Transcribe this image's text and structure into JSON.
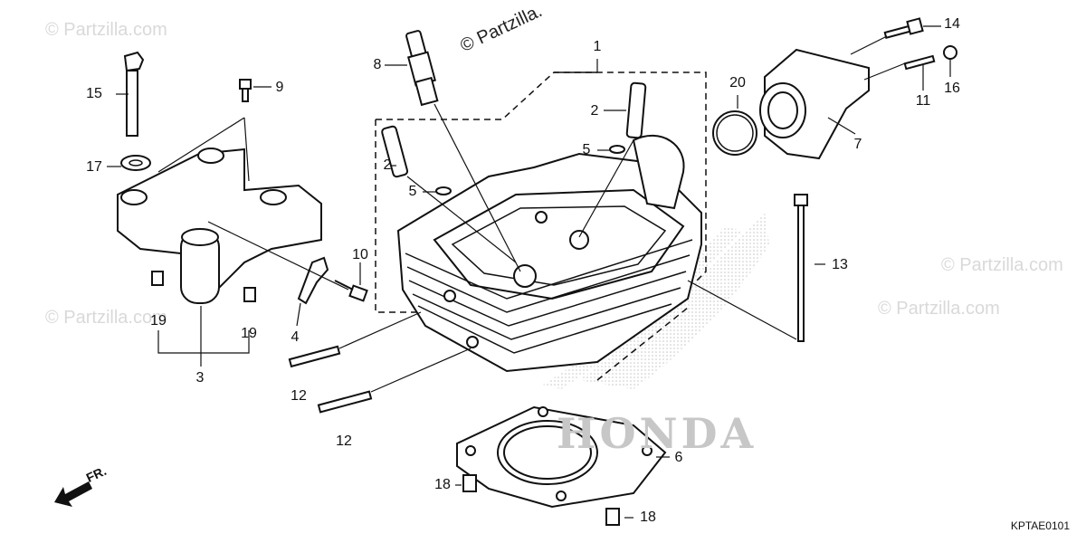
{
  "diagram": {
    "code": "KPTAE0101",
    "front_label": "FR.",
    "brand_watermark": "HONDA",
    "site_watermark": "© Partzilla.com",
    "site_watermark_top": "© Partzilla."
  },
  "callouts": {
    "c1": "1",
    "c2a": "2",
    "c2b": "2",
    "c3": "3",
    "c4": "4",
    "c5a": "5",
    "c5b": "5",
    "c6": "6",
    "c7": "7",
    "c8": "8",
    "c9": "9",
    "c10": "10",
    "c11": "11",
    "c12a": "12",
    "c12b": "12",
    "c13": "13",
    "c14": "14",
    "c15": "15",
    "c16": "16",
    "c17": "17",
    "c18a": "18",
    "c18b": "18",
    "c19a": "19",
    "c19b": "19",
    "c20": "20"
  },
  "colors": {
    "line": "#111111",
    "watermark": "#d9d9d9",
    "stipple": "#bdbdbd"
  }
}
